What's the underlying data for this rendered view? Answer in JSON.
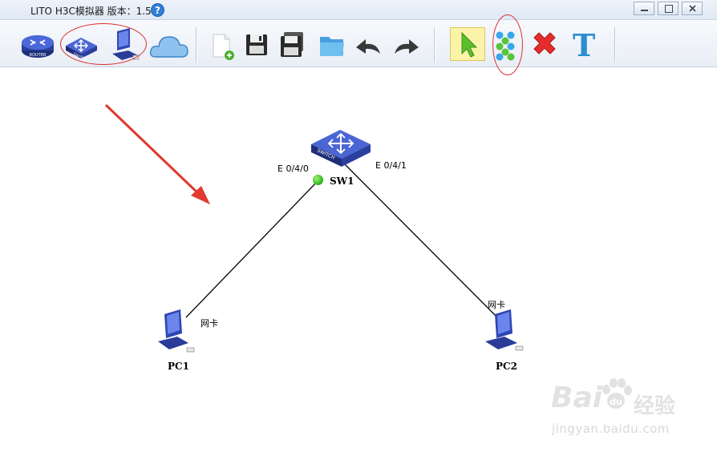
{
  "window": {
    "title": "LITO H3C模拟器 版本：1.5.2",
    "help_glyph": "?"
  },
  "toolbar": {
    "router_label": "ROUTER",
    "switch_label": "SWITCH",
    "text_tool_glyph": "T",
    "tools": [
      "router-icon",
      "switch-icon",
      "pc-icon",
      "cloud-icon",
      "new-file-icon",
      "save-icon",
      "save-as-icon",
      "open-folder-icon",
      "undo-icon",
      "redo-icon",
      "select-cursor-icon",
      "grid-dots-icon",
      "delete-icon",
      "text-icon"
    ]
  },
  "topology": {
    "switch": {
      "name": "SW1",
      "box_label": "SWITCH",
      "port_left": "E 0/4/0",
      "port_right": "E 0/4/1"
    },
    "pc1": {
      "name": "PC1",
      "nic_label": "网卡"
    },
    "pc2": {
      "name": "PC2",
      "nic_label": "网卡"
    }
  },
  "watermark": {
    "brand": "Bai",
    "brand2": "du",
    "cn": "经验",
    "url": "jingyan.baidu.com"
  },
  "colors": {
    "annotation_red": "#e03a2f",
    "link_green": "#3dbb1f",
    "device_blue": "#2c3e9e"
  }
}
